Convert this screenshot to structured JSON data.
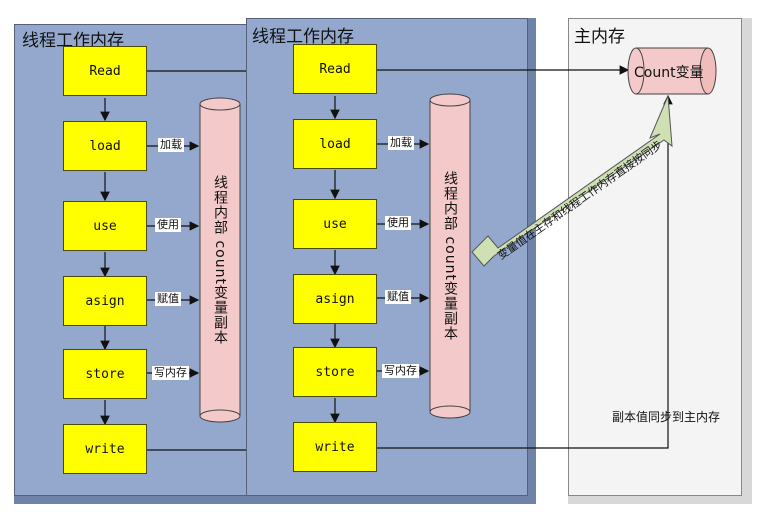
{
  "thread1": {
    "title": "线程工作内存",
    "steps": [
      "Read",
      "load",
      "use",
      "asign",
      "store",
      "write"
    ],
    "edge_labels": [
      "加载",
      "使用",
      "赋值",
      "写内存"
    ],
    "copy_label": "线程内部 count变量副本"
  },
  "thread2": {
    "title": "线程工作内存",
    "steps": [
      "Read",
      "load",
      "use",
      "asign",
      "store",
      "write"
    ],
    "edge_labels": [
      "加载",
      "使用",
      "赋值",
      "写内存"
    ],
    "copy_label": "线程内部 count变量副本"
  },
  "main_memory": {
    "title": "主内存",
    "variable": "Count变量",
    "sync_label": "副本值同步到主内存"
  },
  "direct_sync_label": "变量值在主存和线程工作内存直接按同步",
  "colors": {
    "thread_bg": "#93a8cc",
    "step_box": "#ffff00",
    "copy_cylinder": "#f4c9c9",
    "arrow_fill": "#cfe0b4"
  }
}
